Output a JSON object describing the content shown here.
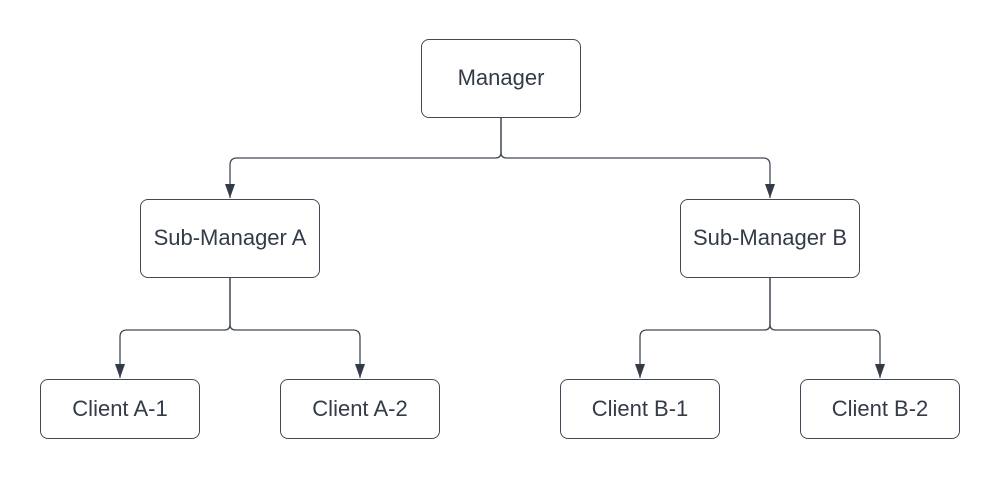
{
  "diagram": {
    "type": "org-chart-tree",
    "nodes": [
      {
        "id": "manager",
        "label": "Manager"
      },
      {
        "id": "sub-manager-a",
        "label": "Sub-Manager A"
      },
      {
        "id": "sub-manager-b",
        "label": "Sub-Manager B"
      },
      {
        "id": "client-a1",
        "label": "Client A-1"
      },
      {
        "id": "client-a2",
        "label": "Client A-2"
      },
      {
        "id": "client-b1",
        "label": "Client B-1"
      },
      {
        "id": "client-b2",
        "label": "Client B-2"
      }
    ],
    "edges": [
      {
        "from": "manager",
        "to": "sub-manager-a",
        "arrow": "filled-triangle"
      },
      {
        "from": "manager",
        "to": "sub-manager-b",
        "arrow": "filled-triangle"
      },
      {
        "from": "sub-manager-a",
        "to": "client-a1",
        "arrow": "filled-triangle"
      },
      {
        "from": "sub-manager-a",
        "to": "client-a2",
        "arrow": "filled-triangle"
      },
      {
        "from": "sub-manager-b",
        "to": "client-b1",
        "arrow": "filled-triangle"
      },
      {
        "from": "sub-manager-b",
        "to": "client-b2",
        "arrow": "filled-triangle"
      }
    ]
  },
  "colors": {
    "stroke": "#424956",
    "text": "#333b49",
    "node_fill": "#ffffff",
    "background": "#ffffff"
  }
}
